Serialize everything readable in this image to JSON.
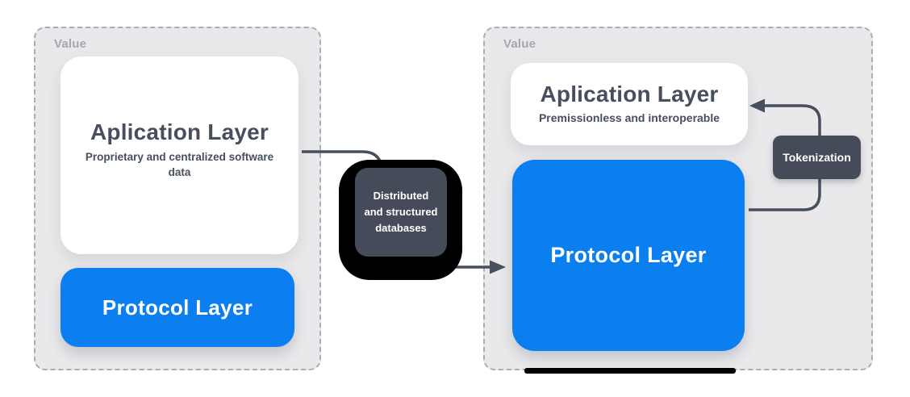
{
  "panels": {
    "left": {
      "label": "Value",
      "app_title": "Aplication Layer",
      "app_subtitle": "Proprietary and centralized software\ndata",
      "protocol_title": "Protocol Layer"
    },
    "right": {
      "label": "Value",
      "app_title": "Aplication Layer",
      "app_subtitle": "Premissionless and interoperable",
      "protocol_title": "Protocol Layer"
    }
  },
  "connectors": {
    "databases_label": "Distributed\nand structured\ndatabases",
    "tokenization_label": "Tokenization"
  },
  "colors": {
    "panel_background": "#e9e9eb",
    "panel_dashed_border": "#a9adb6",
    "panel_label_gray": "#a2a7b1",
    "title_slate": "#474e5d",
    "protocol_blue": "#0b7ef0",
    "node_slate": "#454b58",
    "node_glow_black": "#000000",
    "arrow_stroke": "#474e5d",
    "box_white": "#ffffff"
  }
}
